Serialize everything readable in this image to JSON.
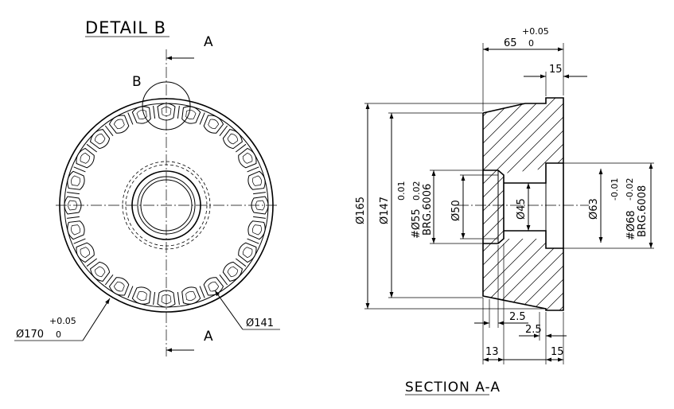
{
  "titles": {
    "detail": "DETAIL B",
    "section": "SECTION A-A"
  },
  "labels": {
    "section_mark_top": "A",
    "section_mark_bottom": "A",
    "detail_mark": "B"
  },
  "dims": {
    "outer_dia": "Ø170",
    "outer_tol_upper": "+0.05",
    "outer_tol_lower": "0",
    "pitch_dia": "Ø141",
    "width_65": "65",
    "width_65_tol_upper": "+0.05",
    "width_65_tol_lower": "0",
    "top_15": "15",
    "d165": "Ø165",
    "d147": "Ø147",
    "d55_label": "#Ø55",
    "d55_tol_upper": "0.01",
    "d55_tol_lower": "0.02",
    "d55_bearing": "BRG.6006",
    "d50": "Ø50",
    "d45": "Ø45",
    "d63": "Ø63",
    "d68_label": "#Ø68",
    "d68_tol_upper": "-0.01",
    "d68_tol_lower": "-0.02",
    "d68_bearing": "BRG.6008",
    "c25a": "2.5",
    "c25b": "2.5",
    "bottom_13": "13",
    "bottom_15": "15"
  },
  "style": {
    "line_color": "#000000",
    "background": "#ffffff"
  }
}
